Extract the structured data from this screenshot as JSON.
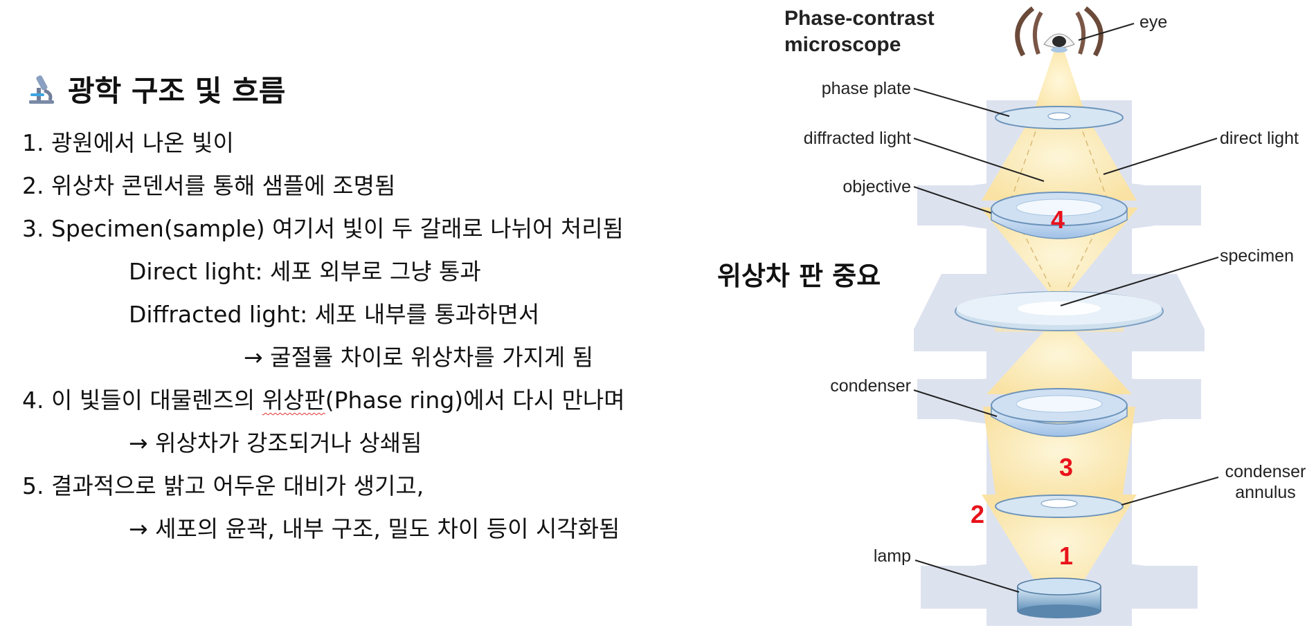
{
  "notes": {
    "heading": "광학 구조 및 흐름",
    "heading_icon": "microscope-icon",
    "lines": [
      "1. 광원에서 나온 빛이",
      "2. 위상차 콘덴서를 통해 샘플에 조명됨",
      "3. Specimen(sample) 여기서 빛이 두 갈래로 나뉘어 처리됨",
      "Direct light: 세포 외부로 그냥 통과",
      "Diffracted light: 세포 내부를 통과하면서",
      "→ 굴절률 차이로 위상차를 가지게 됨",
      "→ 위상차가 강조되거나 상쇄됨",
      "5. 결과적으로 밝고 어두운 대비가 생기고,",
      "→ 세포의 윤곽, 내부 구조, 밀도 차이 등이 시각화됨"
    ],
    "line4": {
      "before": "4. 이 빛들이 대물렌즈의 ",
      "underlined": "위상판",
      "after": "(Phase ring)에서 다시 만나며"
    },
    "side_note": "위상차 판 중요"
  },
  "diagram": {
    "title_line1": "Phase-contrast",
    "title_line2": "microscope",
    "labels": {
      "eye": "eye",
      "phase_plate": "phase plate",
      "diffracted_light": "diffracted light",
      "direct_light": "direct light",
      "objective": "objective",
      "specimen": "specimen",
      "condenser": "condenser",
      "condenser_annulus_1": "condenser",
      "condenser_annulus_2": "annulus",
      "lamp": "lamp"
    },
    "step_numbers": {
      "n1": "1",
      "n2": "2",
      "n3": "3",
      "n4": "4"
    },
    "colors": {
      "step_red": "#e8121b",
      "stand": "#dde2ef",
      "light": "#fbe6a8",
      "lens": "#b9d3ee"
    }
  }
}
